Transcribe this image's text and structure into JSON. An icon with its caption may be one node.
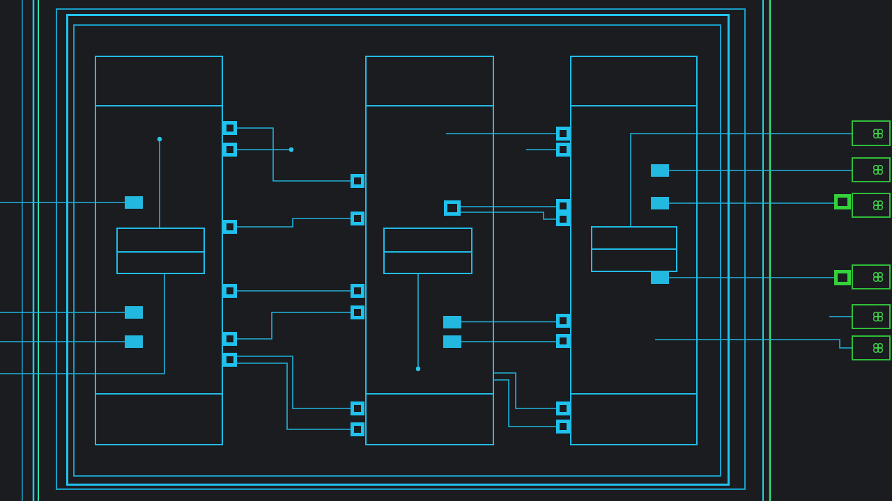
{
  "diagram": {
    "nodes": [
      {
        "text": [],
        "shape": "box"
      },
      {
        "text": [],
        "shape": "box",
        "in": 0
      },
      {
        "text": [],
        "shape": "box",
        "in": 1
      },
      {
        "text": [],
        "shape": "box",
        "in": 2
      },
      {
        "text": [],
        "shape": "box",
        "in": 2
      },
      {
        "text": [],
        "shape": "box",
        "in": 2
      },
      {
        "text": [],
        "shape": "box",
        "in": 3
      },
      {
        "text": [],
        "shape": "box",
        "in": 4
      },
      {
        "text": [],
        "shape": "box",
        "in": 5
      },
      {
        "text": [],
        "shape": "box",
        "in": 2
      },
      {
        "text": [],
        "shape": "box",
        "in": 2
      },
      {
        "text": [],
        "shape": "box",
        "in": 2
      },
      {
        "text": [],
        "shape": "box",
        "in": 2
      },
      {
        "text": [],
        "shape": "box",
        "in": 2
      },
      {
        "text": [],
        "shape": "box",
        "in": 2
      },
      {
        "text": [],
        "shape": "box",
        "in": 2
      },
      {
        "text": [],
        "shape": "box",
        "in": 2
      },
      {
        "text": [],
        "shape": "box",
        "in": 2
      },
      {
        "text": [],
        "shape": "box",
        "in": 2
      },
      {
        "text": [],
        "shape": "box",
        "in": 2
      },
      {
        "text": [],
        "shape": "box",
        "in": 2
      },
      {
        "text": [],
        "shape": "box",
        "in": 4
      },
      {
        "text": [],
        "shape": "box",
        "in": 2
      },
      {
        "text": [],
        "shape": "box",
        "in": 2
      },
      {
        "text": [],
        "shape": "box",
        "in": 2
      },
      {
        "text": [],
        "shape": "box",
        "in": 2
      },
      {
        "text": [],
        "shape": "box",
        "in": 2
      },
      {
        "text": [],
        "shape": "box",
        "in": 2
      },
      {
        "text": [],
        "shape": "box",
        "in": 2
      },
      {
        "text": [],
        "shape": "box",
        "in": 2
      },
      {
        "text": [],
        "shape": "box",
        "in": 3
      },
      {
        "text": [],
        "shape": "box",
        "in": 3
      },
      {
        "text": [],
        "shape": "box",
        "in": 3
      },
      {
        "text": [],
        "shape": "box",
        "in": 4
      },
      {
        "text": [],
        "shape": "box",
        "in": 4
      },
      {
        "text": [],
        "shape": "box",
        "in": 5
      },
      {
        "text": [],
        "shape": "box",
        "in": 5
      },
      {
        "text": [],
        "shape": "box",
        "in": 5
      },
      {
        "text": [],
        "shape": "box"
      },
      {
        "text": [],
        "shape": "box"
      },
      {
        "text": [],
        "shape": "box"
      },
      {
        "text": [],
        "shape": "box"
      },
      {
        "text": [],
        "shape": "box"
      },
      {
        "text": [],
        "shape": "box"
      },
      {
        "text": [],
        "shape": "box"
      },
      {
        "text": [],
        "shape": "box"
      }
    ],
    "edges": [
      {
        "from": 9,
        "to": 15,
        "arrow": "none"
      },
      {
        "from": 11,
        "to": 16,
        "arrow": "none"
      },
      {
        "from": 12,
        "to": 17,
        "arrow": "none"
      },
      {
        "from": 13,
        "to": 18,
        "arrow": "none"
      },
      {
        "from": 14,
        "to": 19,
        "arrow": "none"
      },
      {
        "from": 14,
        "to": 20,
        "arrow": "none"
      },
      {
        "from": 21,
        "to": 24,
        "arrow": "none"
      },
      {
        "from": 21,
        "to": 25,
        "arrow": "none"
      },
      {
        "from": 33,
        "to": 26,
        "arrow": "none"
      },
      {
        "from": 34,
        "to": 27,
        "arrow": "none"
      },
      {
        "from": 4,
        "to": 28,
        "arrow": "none"
      },
      {
        "from": 4,
        "to": 29,
        "arrow": "none"
      },
      {
        "from": null,
        "to": 22,
        "arrow": "none"
      },
      {
        "from": null,
        "to": 23,
        "arrow": "none"
      },
      {
        "from": 35,
        "to": 39,
        "arrow": "none"
      },
      {
        "from": 36,
        "to": 44,
        "arrow": "none"
      },
      {
        "from": 37,
        "to": 45,
        "arrow": "none"
      },
      {
        "from": 8,
        "to": 38,
        "arrow": "none"
      },
      {
        "from": null,
        "to": 42,
        "arrow": "none"
      },
      {
        "from": null,
        "to": 43,
        "arrow": "none"
      },
      {
        "from": null,
        "to": 30,
        "arrow": "none"
      },
      {
        "from": null,
        "to": 31,
        "arrow": "none"
      },
      {
        "from": null,
        "to": 32,
        "arrow": "none"
      },
      {
        "from": null,
        "to": 6,
        "arrow": "none"
      },
      {
        "from": null,
        "to": 6,
        "arrow": "other"
      },
      {
        "from": null,
        "to": 7,
        "arrow": "other"
      },
      {
        "from": 10,
        "to": null,
        "arrow": "other"
      }
    ]
  }
}
